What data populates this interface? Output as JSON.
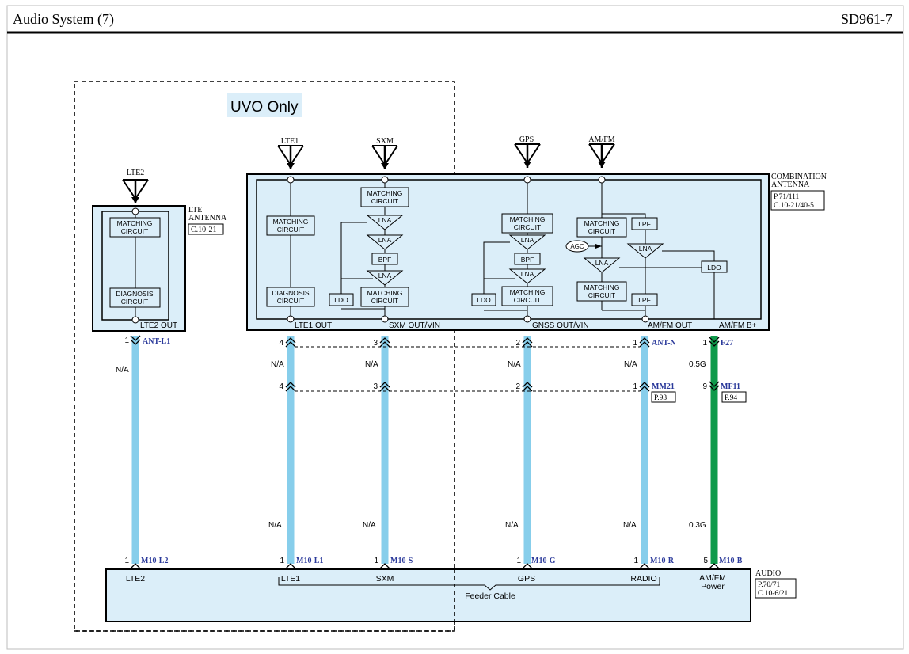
{
  "header": {
    "title": "Audio System (7)",
    "code": "SD961-7"
  },
  "uvo_label": "UVO Only",
  "colors": {
    "wire_blue": "#87ceeb",
    "wire_green": "#0e9a4a",
    "box_fill": "#dbeef9",
    "connector_text": "#2b3a9b"
  },
  "lte_antenna": {
    "title_line1": "LTE",
    "title_line2": "ANTENNA",
    "ref": "C.10-21",
    "antenna_name": "LTE2",
    "matching_circuit": [
      "MATCHING",
      "CIRCUIT"
    ],
    "diagnosis_circuit": [
      "DIAGNOSIS",
      "CIRCUIT"
    ],
    "output_label": "LTE2 OUT"
  },
  "combination_antenna": {
    "title_line1": "COMBINATION",
    "title_line2": "ANTENNA",
    "ref_line1": "P.71/111",
    "ref_line2": "C.10-21/40-5",
    "antennas": [
      "LTE1",
      "SXM",
      "GPS",
      "AM/FM"
    ],
    "outputs": [
      "LTE1 OUT",
      "SXM OUT/VIN",
      "GNSS OUT/VIN",
      "AM/FM OUT",
      "AM/FM B+"
    ],
    "block_labels": {
      "matching": [
        "MATCHING",
        "CIRCUIT"
      ],
      "diagnosis": [
        "DIAGNOSIS",
        "CIRCUIT"
      ],
      "lna": "LNA",
      "bpf": "BPF",
      "ldo": "LDO",
      "lpf": "LPF",
      "agc": "AGC"
    }
  },
  "connectors": {
    "ant_l1": {
      "name": "ANT-L1",
      "pin": "1"
    },
    "ant_n": {
      "name": "ANT-N",
      "pins": [
        "4",
        "3",
        "2",
        "1"
      ]
    },
    "mm21": {
      "name": "MM21",
      "pins": [
        "4",
        "3",
        "2",
        "1"
      ],
      "ref": "P.93"
    },
    "f27": {
      "name": "F27",
      "pin": "1"
    },
    "mf11": {
      "name": "MF11",
      "pin": "9",
      "ref": "P.94"
    },
    "bottom": [
      {
        "name": "M10-L2",
        "pin": "1"
      },
      {
        "name": "M10-L1",
        "pin": "1"
      },
      {
        "name": "M10-S",
        "pin": "1"
      },
      {
        "name": "M10-G",
        "pin": "1"
      },
      {
        "name": "M10-R",
        "pin": "1"
      },
      {
        "name": "M10-B",
        "pin": "5"
      }
    ]
  },
  "wire_labels": {
    "na": "N/A",
    "g05": "0.5G",
    "g03": "0.3G"
  },
  "audio": {
    "title": "AUDIO",
    "ref_line1": "P.70/71",
    "ref_line2": "C.10-6/21",
    "inputs": [
      "LTE2",
      "LTE1",
      "SXM",
      "GPS",
      "RADIO"
    ],
    "power_line1": "AM/FM",
    "power_line2": "Power",
    "feeder_cable": "Feeder Cable"
  }
}
